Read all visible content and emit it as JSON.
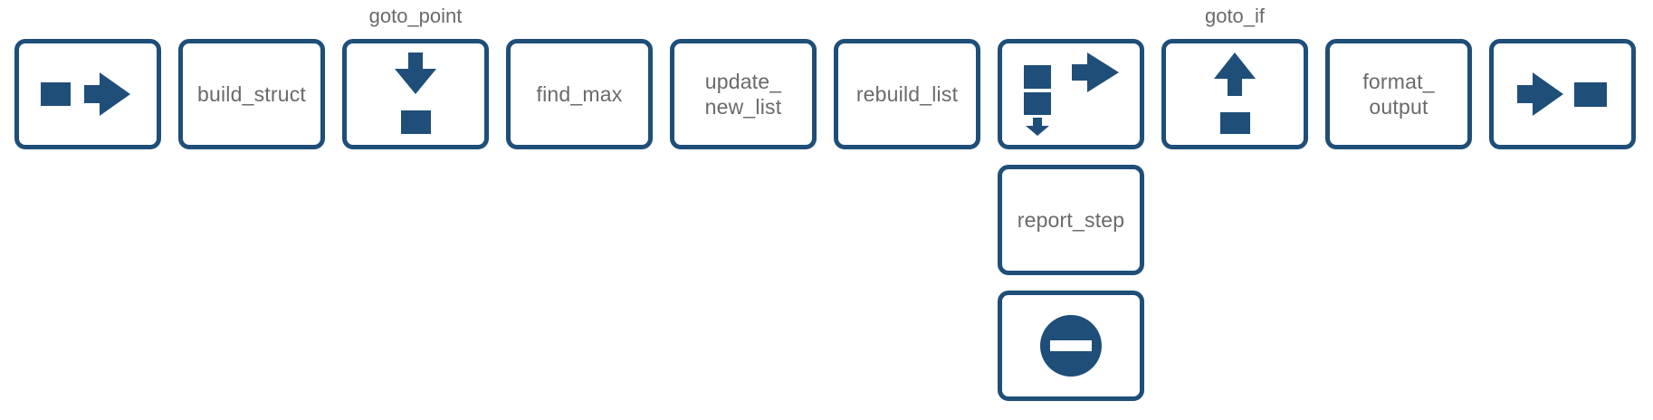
{
  "colors": {
    "accent": "#1f4e79",
    "label_text": "#6a6a6a",
    "background": "#ffffff"
  },
  "annotations": {
    "goto_point": "goto_point",
    "goto_if": "goto_if"
  },
  "blocks": {
    "start": {
      "kind": "icon",
      "icon": "square-arrow-right"
    },
    "build_struct": {
      "kind": "text",
      "label": "build_struct"
    },
    "goto_point": {
      "kind": "icon",
      "icon": "arrow-down-to-square",
      "annotation": "goto_point"
    },
    "find_max": {
      "kind": "text",
      "label": "find_max"
    },
    "update_new_list": {
      "kind": "text",
      "label": "update_\nnew_list"
    },
    "rebuild_list": {
      "kind": "text",
      "label": "rebuild_list"
    },
    "iterate": {
      "kind": "icon",
      "icon": "stacked-squares-arrows"
    },
    "goto_if": {
      "kind": "icon",
      "icon": "arrow-up-to-square",
      "annotation": "goto_if"
    },
    "format_output": {
      "kind": "text",
      "label": "format_\noutput"
    },
    "end": {
      "kind": "icon",
      "icon": "arrow-right-to-square"
    },
    "report_step": {
      "kind": "text",
      "label": "report_step"
    },
    "stop": {
      "kind": "icon",
      "icon": "minus-circle"
    }
  }
}
